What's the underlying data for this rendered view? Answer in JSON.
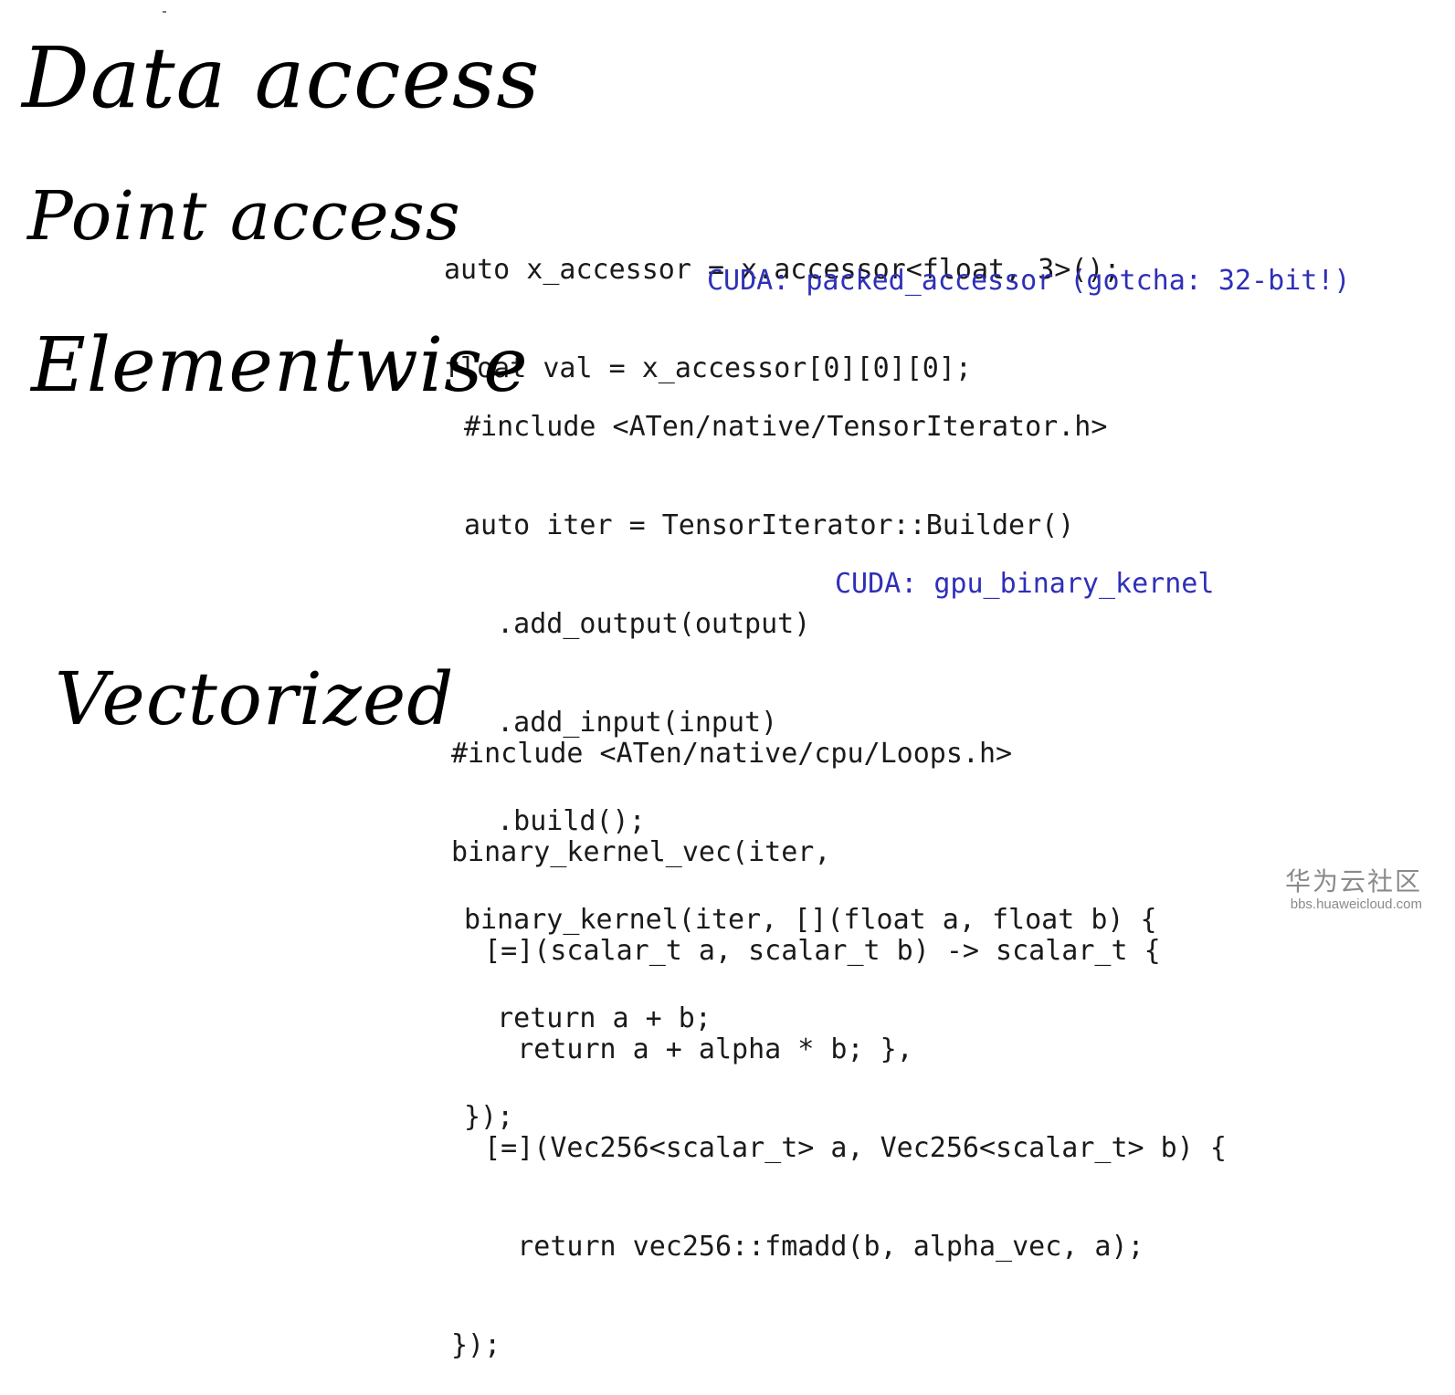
{
  "title": "Data access",
  "sections": {
    "point_access": {
      "heading": "Point access",
      "code": [
        "auto x_accessor = x.accessor<float, 3>();",
        "float val = x_accessor[0][0][0];"
      ],
      "note": "CUDA: packed_accessor (gotcha: 32-bit!)"
    },
    "elementwise": {
      "heading": "Elementwise",
      "code": [
        "#include <ATen/native/TensorIterator.h>",
        "auto iter = TensorIterator::Builder()",
        "  .add_output(output)",
        "  .add_input(input)",
        "  .build();",
        "binary_kernel(iter, [](float a, float b) {",
        "  return a + b;",
        "});"
      ],
      "note": "CUDA: gpu_binary_kernel"
    },
    "vectorized": {
      "heading": "Vectorized",
      "code": [
        "#include <ATen/native/cpu/Loops.h>",
        "binary_kernel_vec(iter,",
        "  [=](scalar_t a, scalar_t b) -> scalar_t {",
        "    return a + alpha * b; },",
        "  [=](Vec256<scalar_t> a, Vec256<scalar_t> b) {",
        "    return vec256::fmadd(b, alpha_vec, a);",
        "});"
      ]
    }
  },
  "watermark": {
    "text": "华为云社区",
    "url": "bbs.huaweicloud.com"
  },
  "colors": {
    "note": "#2f2fb8",
    "code": "#1a1a1a",
    "watermark": "#8a8a8a"
  }
}
